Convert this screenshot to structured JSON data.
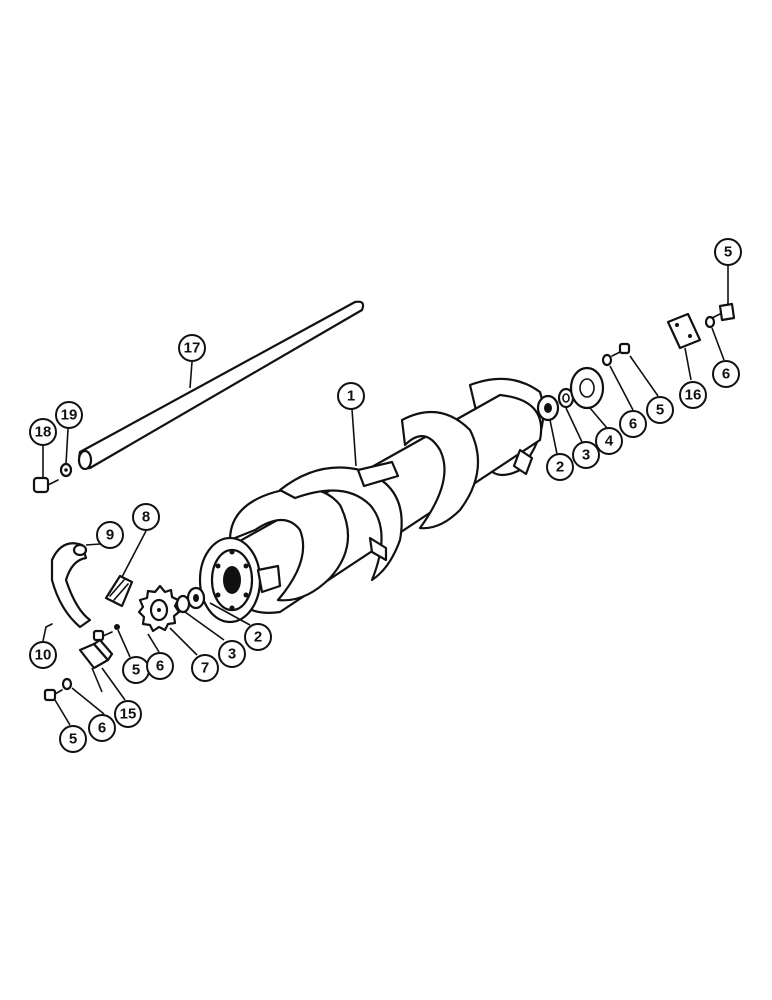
{
  "diagram": {
    "callouts": [
      {
        "id": "c1",
        "label": "1"
      },
      {
        "id": "c2a",
        "label": "2"
      },
      {
        "id": "c2b",
        "label": "2"
      },
      {
        "id": "c3a",
        "label": "3"
      },
      {
        "id": "c3b",
        "label": "3"
      },
      {
        "id": "c4",
        "label": "4"
      },
      {
        "id": "c5a",
        "label": "5"
      },
      {
        "id": "c5b",
        "label": "5"
      },
      {
        "id": "c5c",
        "label": "5"
      },
      {
        "id": "c5d",
        "label": "5"
      },
      {
        "id": "c6a",
        "label": "6"
      },
      {
        "id": "c6b",
        "label": "6"
      },
      {
        "id": "c6c",
        "label": "6"
      },
      {
        "id": "c6d",
        "label": "6"
      },
      {
        "id": "c7",
        "label": "7"
      },
      {
        "id": "c8",
        "label": "8"
      },
      {
        "id": "c9",
        "label": "9"
      },
      {
        "id": "c10",
        "label": "10"
      },
      {
        "id": "c15",
        "label": "15"
      },
      {
        "id": "c16",
        "label": "16"
      },
      {
        "id": "c17",
        "label": "17"
      },
      {
        "id": "c18",
        "label": "18"
      },
      {
        "id": "c19",
        "label": "19"
      }
    ]
  }
}
